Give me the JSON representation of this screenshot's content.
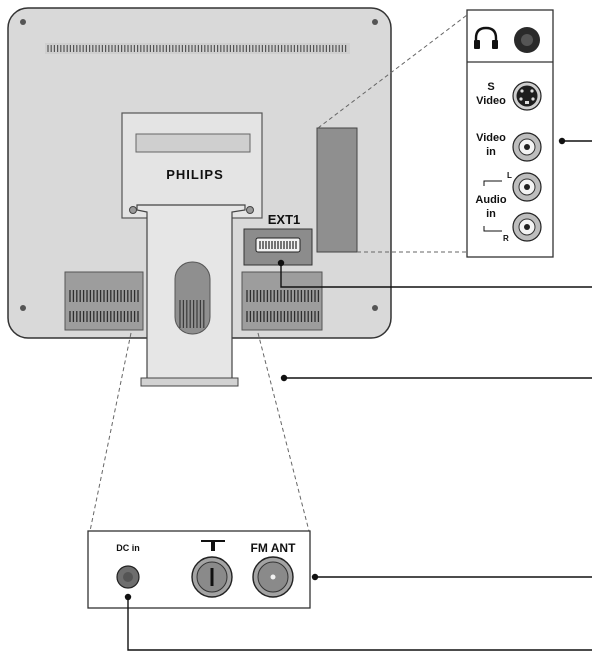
{
  "diagram": {
    "brand_label": "PHILIPS",
    "ext_label": "EXT1",
    "side_panel": {
      "svideo_label_line1": "S",
      "svideo_label_line2": "Video",
      "videoin_label_line1": "Video",
      "videoin_label_line2": "in",
      "audioin_label_line1": "Audio",
      "audioin_label_line2": "in",
      "audio_left_mark": "L",
      "audio_right_mark": "R",
      "headphone_icon": "headphone-icon"
    },
    "bottom_panel": {
      "dc_label": "DC in",
      "antenna_symbol": "antenna-symbol-icon",
      "fm_label": "FM ANT"
    },
    "colors": {
      "housing": "#d8d8d8",
      "housing_dark": "#9a9a9a",
      "outline": "#222222",
      "connector": "#8a8a8a"
    }
  }
}
